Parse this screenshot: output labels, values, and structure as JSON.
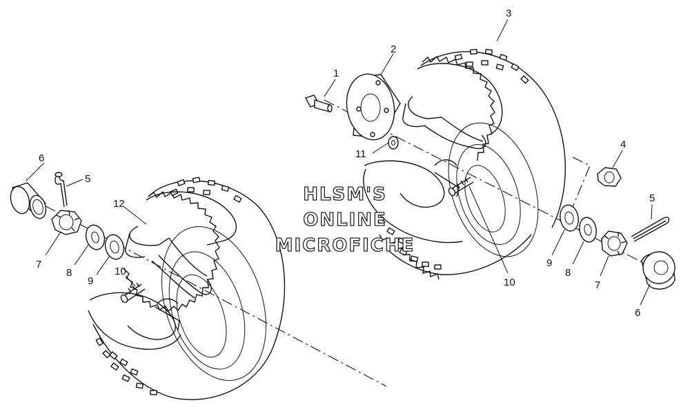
{
  "callouts": {
    "left_6": "6",
    "left_5": "5",
    "left_12": "12",
    "left_7": "7",
    "left_8": "8",
    "left_9": "9",
    "left_10": "10",
    "right_1": "1",
    "right_2": "2",
    "right_3": "3",
    "right_11": "11",
    "right_4": "4",
    "right_5": "5",
    "right_9": "9",
    "right_8": "8",
    "right_7": "7",
    "right_10": "10",
    "right_6": "6"
  },
  "watermark": {
    "line1": "HLSM'S",
    "line2": "ONLINE",
    "line3": "MICROFICHE"
  }
}
